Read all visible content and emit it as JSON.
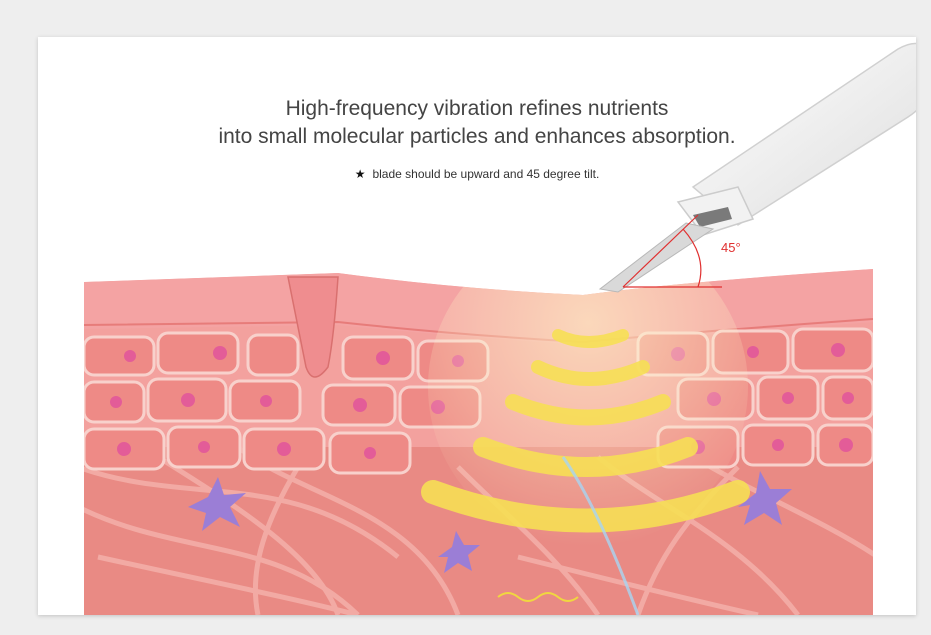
{
  "headline": {
    "line1": "High-frequency vibration refines nutrients",
    "line2": "into small molecular particles and enhances absorption."
  },
  "note": {
    "star": "★",
    "text": "blade should be upward and 45 degree tilt."
  },
  "angle_label": "45°",
  "colors": {
    "skin_top": "#f29a9a",
    "cell": "#ee8b88",
    "nucleus": "#e85a9a",
    "wave": "#f7e15a",
    "angle_line": "#e03030"
  }
}
